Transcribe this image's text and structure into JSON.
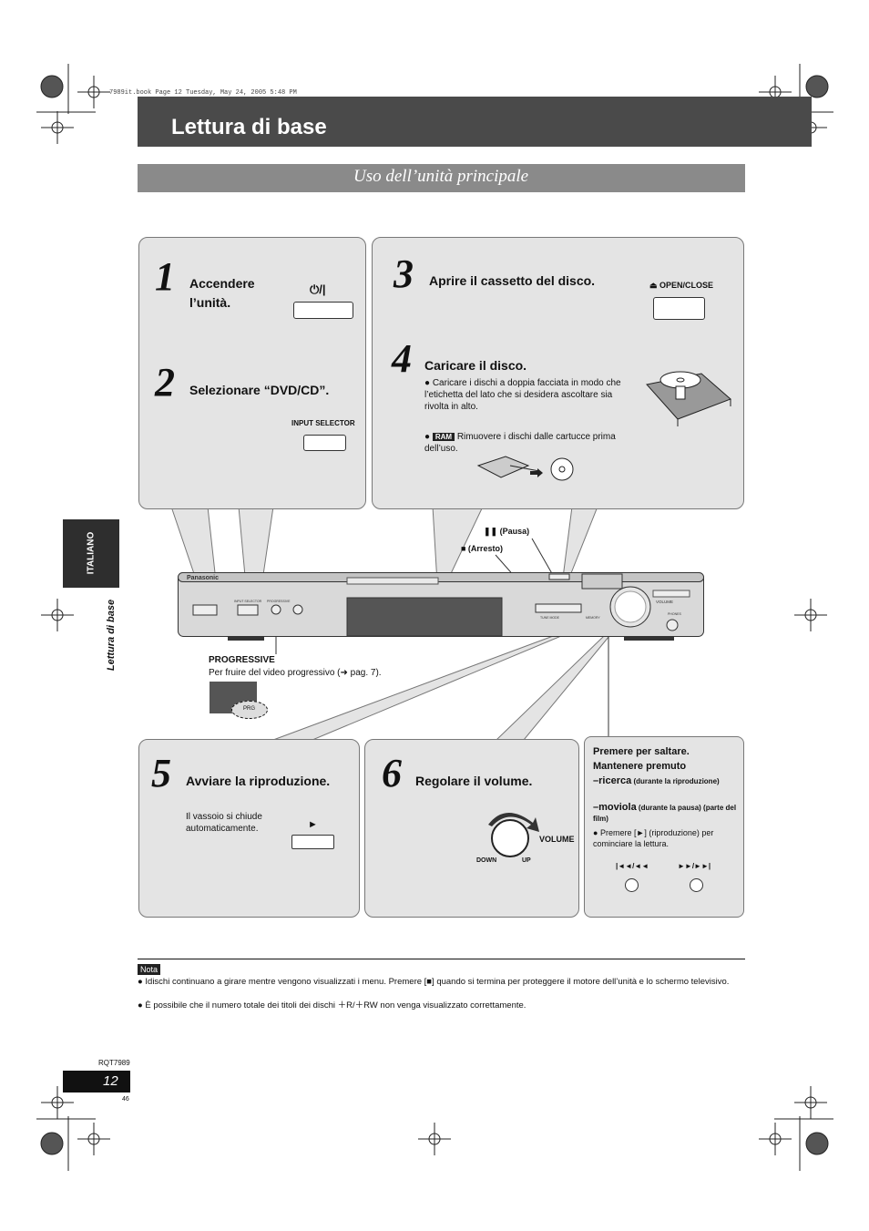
{
  "file_meta": "7989it.book  Page 12  Tuesday, May 24, 2005  5:48 PM",
  "header": {
    "title": "Lettura di base"
  },
  "subheader": {
    "title": "Uso dell’unità principale"
  },
  "side": {
    "language_tab": "ITALIANO",
    "section": "Lettura di base"
  },
  "steps": {
    "s1": {
      "number": "1",
      "text_line1": "Accendere",
      "text_line2": "l’unità.",
      "button_label": "⏻/|"
    },
    "s2": {
      "number": "2",
      "text": "Selezionare “DVD/CD”.",
      "button_label": "INPUT SELECTOR"
    },
    "s3": {
      "number": "3",
      "text": "Aprire il cassetto del disco.",
      "button_label": "⏏ OPEN/CLOSE"
    },
    "s4": {
      "number": "4",
      "text": "Caricare il disco.",
      "bullet1": "Caricare i dischi a doppia facciata in modo che l’etichetta del lato che si desidera ascoltare sia rivolta in alto.",
      "ram_badge": "RAM",
      "bullet2": "Rimuovere i dischi dalle cartucce prima dell’uso."
    },
    "s5": {
      "number": "5",
      "text": "Avviare la riproduzione.",
      "note": "Il vassoio si chiude automaticamente.",
      "button_label": "►"
    },
    "s6": {
      "number": "6",
      "text": "Regolare il volume.",
      "volume_label": "VOLUME",
      "down_label": "DOWN",
      "up_label": "UP"
    }
  },
  "skip_panel": {
    "line1": "Premere per saltare.",
    "line2": "Mantenere premuto",
    "ricerca": "–ricerca",
    "ricerca_note": "(durante la riproduzione)",
    "moviola": "–moviola",
    "moviola_note": "(durante la pausa) (parte del film)",
    "bullet": "Premere [►] (riproduzione) per cominciare la lettura.",
    "btn_prev_label": "|◄◄/◄◄",
    "btn_next_label": "►►/►►|"
  },
  "callouts": {
    "pause": "❚❚ (Pausa)",
    "stop": "■ (Arresto)",
    "progressive_title": "PROGRESSIVE",
    "progressive_text": "Per fruire del video progressivo (➜ pag. 7).",
    "prg_label": "PRG"
  },
  "device": {
    "brand": "Panasonic",
    "input_selector": "INPUT SELECTOR",
    "progressive": "PROGRESSIVE",
    "volume": "VOLUME",
    "phones": "PHONES",
    "tune_mode": "TUNE MODE",
    "memory": "MEMORY"
  },
  "nota": {
    "label": "Nota",
    "line1": "Idischi continuano a girare mentre vengono visualizzati i menu. Premere [■] quando si termina per proteggere il motore dell’unità e lo schermo televisivo.",
    "line2": "È possibile che il numero totale dei titoli dei dischi ＋R/＋RW non venga visualizzato correttamente."
  },
  "footer": {
    "model": "RQT7989",
    "page": "12",
    "sub_page": "46"
  }
}
